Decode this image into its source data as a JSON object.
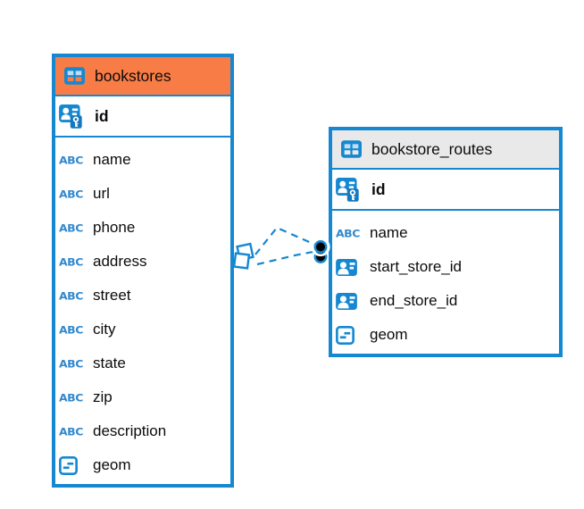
{
  "diagram": {
    "tables": [
      {
        "name": "bookstores",
        "header_bg": "#F87C45",
        "columns": [
          {
            "name": "id",
            "type": "primary-key"
          },
          {
            "name": "name",
            "type": "text"
          },
          {
            "name": "url",
            "type": "text"
          },
          {
            "name": "phone",
            "type": "text"
          },
          {
            "name": "address",
            "type": "text"
          },
          {
            "name": "street",
            "type": "text"
          },
          {
            "name": "city",
            "type": "text"
          },
          {
            "name": "state",
            "type": "text"
          },
          {
            "name": "zip",
            "type": "text"
          },
          {
            "name": "description",
            "type": "text"
          },
          {
            "name": "geom",
            "type": "geometry"
          }
        ]
      },
      {
        "name": "bookstore_routes",
        "header_bg": "#E9E9E9",
        "columns": [
          {
            "name": "id",
            "type": "primary-key"
          },
          {
            "name": "name",
            "type": "text"
          },
          {
            "name": "start_store_id",
            "type": "foreign-key"
          },
          {
            "name": "end_store_id",
            "type": "foreign-key"
          },
          {
            "name": "geom",
            "type": "geometry"
          }
        ]
      }
    ],
    "relationships": [
      {
        "from_table": "bookstores",
        "to_table": "bookstore_routes",
        "line_style": "dashed"
      },
      {
        "from_table": "bookstores",
        "to_table": "bookstore_routes",
        "line_style": "dashed"
      }
    ],
    "icons": {
      "text_type_label": "ABC"
    },
    "colors": {
      "accent_blue": "#1588D1",
      "bookstores_header": "#F87C45",
      "routes_header": "#E9E9E9",
      "canvas": "#FFFFFF",
      "text": "#0B0B0B"
    }
  }
}
